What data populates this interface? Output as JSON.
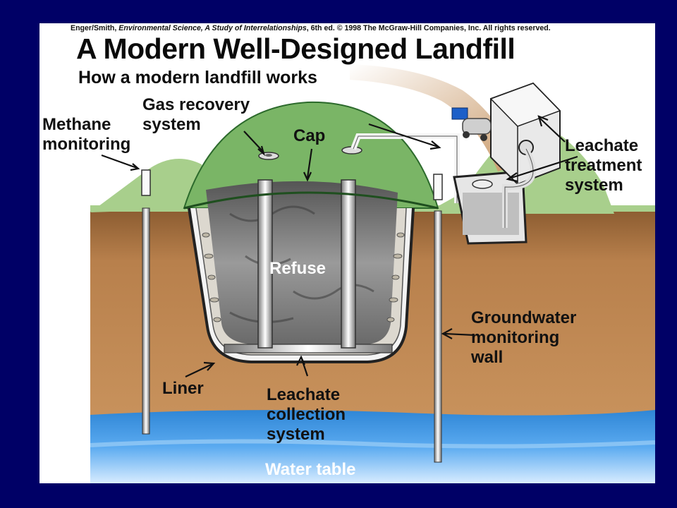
{
  "credit": {
    "prefix": "Enger/Smith, ",
    "book": "Environmental Science, A Study of Interrelationships",
    "suffix": ", 6th ed. © 1998 The McGraw-Hill Companies, Inc. All rights reserved."
  },
  "title": "A Modern Well-Designed Landfill",
  "subtitle": "How a modern landfill works",
  "labels": {
    "gas_recovery": [
      "Gas recovery",
      "system"
    ],
    "methane_monitoring": [
      "Methane",
      "monitoring"
    ],
    "cap": "Cap",
    "leachate_treatment": [
      "Leachate",
      "treatment",
      "system"
    ],
    "refuse": "Refuse",
    "groundwater_monitoring": [
      "Groundwater",
      "monitoring",
      "wall"
    ],
    "liner": "Liner",
    "leachate_collection": [
      "Leachate",
      "collection",
      "system"
    ],
    "water_table": "Water table"
  },
  "colors": {
    "frame": "#000066",
    "soil": "#b57e4a",
    "grass": "#a8cf8c",
    "cap_green": "#7ab566",
    "water": "#3a90dc"
  }
}
